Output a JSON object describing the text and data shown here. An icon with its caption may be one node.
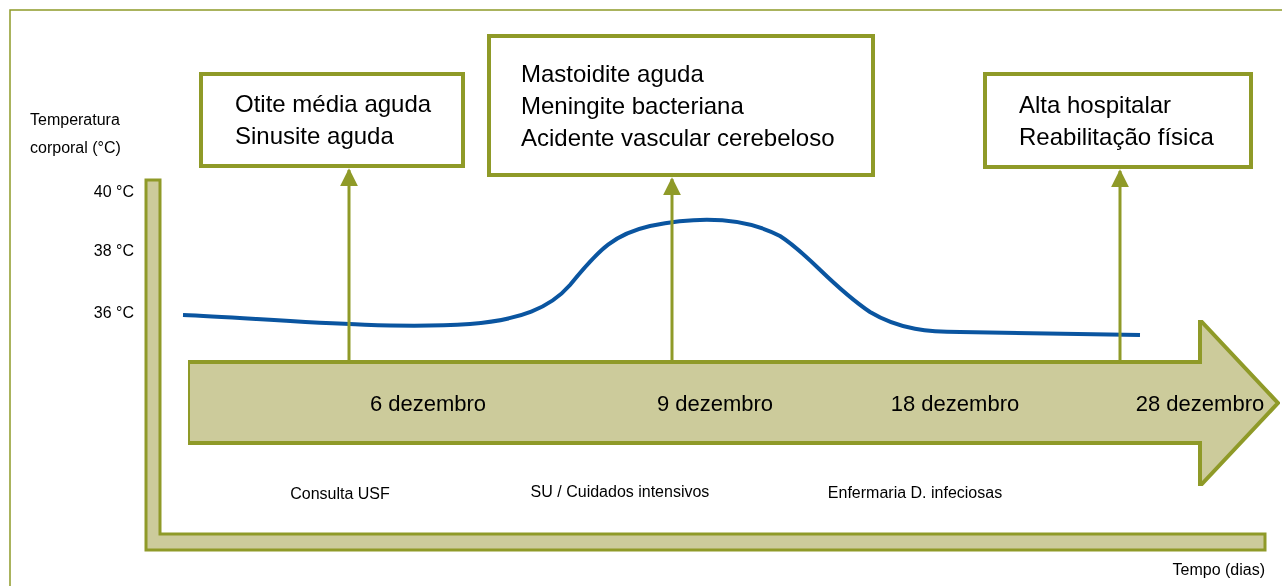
{
  "diagram": {
    "nodes": [
      {
        "text": [
          "Otite média aguda",
          "Sinusite aguda"
        ]
      },
      {
        "text": [
          "Mastoidite aguda",
          "Meningite bacteriana",
          "Acidente vascular cerebeloso"
        ]
      },
      {
        "text": [
          "Alta hospitalar",
          "Reabilitação física"
        ]
      },
      {
        "text": [
          "6 dezembro",
          "9 dezembro",
          "18 dezembro",
          "28 dezembro"
        ]
      }
    ],
    "edges": [
      {
        "from": 3,
        "to": 0,
        "arrow": "to"
      },
      {
        "from": 3,
        "to": 1,
        "arrow": "to"
      },
      {
        "from": 3,
        "to": 2,
        "arrow": "to"
      }
    ],
    "labels": [
      "Temperatura corporal (°C)",
      "40 °C",
      "38 °C",
      "36 °C",
      "Consulta USF",
      "SU / Cuidados intensivos",
      "Enfermaria D. infeciosas",
      "Tempo (dias)"
    ]
  }
}
